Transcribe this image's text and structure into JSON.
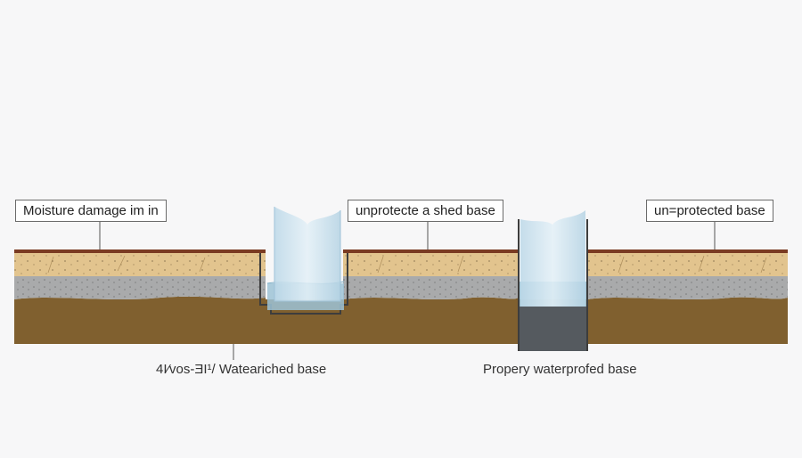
{
  "labels": {
    "top_left": "Moisture damage im in",
    "top_middle": "unprotecte a shed base",
    "top_right": "un=protected base",
    "bottom_left": "4I⁄vos-ƎI¹/ Wateаriched base",
    "bottom_right": "Propery waterprofed base"
  },
  "colors": {
    "background": "#f7f7f8",
    "crust": "#7a3b22",
    "topsoil": "#e2c48e",
    "gravel": "#a9aaab",
    "earth": "#80602f",
    "water": "#cfe4ef",
    "water_deep": "#9dc3d6",
    "membrane": "#555a5f"
  },
  "icons": [
    "soil-cross-section",
    "water-column",
    "drainage-trench",
    "waterproof-membrane"
  ]
}
